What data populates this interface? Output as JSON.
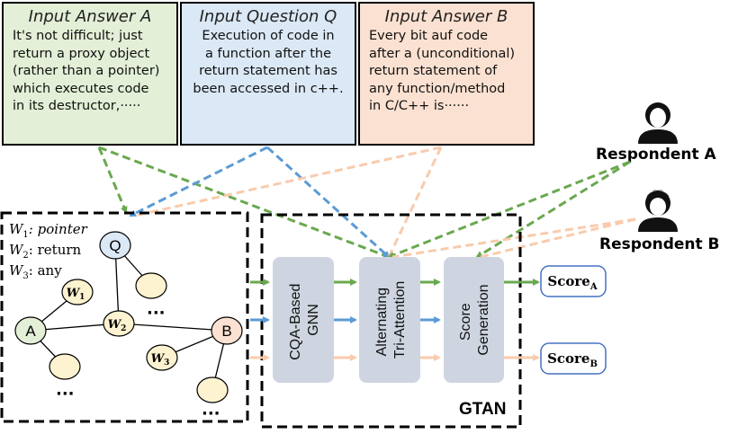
{
  "input_a": {
    "title": "Input Answer A",
    "lines": [
      "It's not difficult; just",
      "return a proxy object",
      "(rather than a pointer)",
      "which executes code",
      "in its destructor,·····"
    ]
  },
  "input_q": {
    "title": "Input Question Q",
    "lines": [
      "Execution of code in",
      "a function after the",
      "return statement has",
      "been accessed in c++."
    ]
  },
  "input_b": {
    "title": "Input Answer B",
    "lines": [
      "Every bit auf code",
      "after a (unconditional)",
      "return statement of",
      "any function/method",
      "in C/C++ is······"
    ]
  },
  "respondents": {
    "a": "Respondent A",
    "b": "Respondent B"
  },
  "graph": {
    "legend": [
      {
        "sym": "W",
        "sub": "1",
        "val": ": pointer"
      },
      {
        "sym": "W",
        "sub": "2",
        "val": ": return"
      },
      {
        "sym": "W",
        "sub": "3",
        "val": ": any"
      }
    ],
    "nodes": {
      "q": "Q",
      "a": "A",
      "b": "B",
      "w1": "W",
      "w1_sub": "1",
      "w2": "W",
      "w2_sub": "2",
      "w3": "W",
      "w3_sub": "3"
    },
    "ellipsis": "···"
  },
  "modules": {
    "gnn": [
      "CQA-Based",
      "GNN"
    ],
    "attention": [
      "Alternating",
      "Tri-Attention"
    ],
    "score": [
      "Score",
      "Generation"
    ]
  },
  "outputs": {
    "score": "Score",
    "sub_a": "A",
    "sub_b": "B"
  },
  "framework_label": "GTAN",
  "colors": {
    "green": "#6aa84f",
    "blue": "#5b9bd5",
    "peach": "#f8cbad",
    "module": "#cfd5e0",
    "node": "#fdf3d0",
    "node_a": "#e3efd6",
    "node_q": "#dbe8f5",
    "node_b": "#fbe1d1"
  }
}
